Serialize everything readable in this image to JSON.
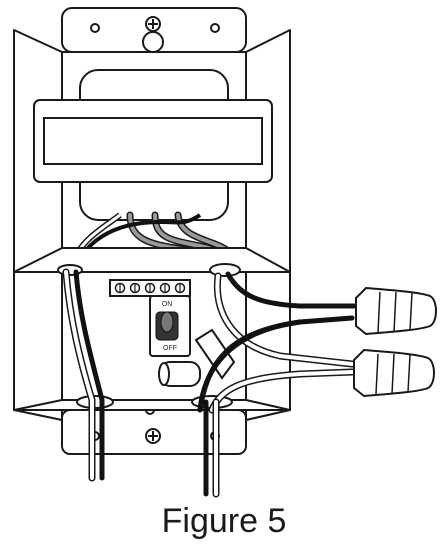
{
  "caption": "Figure 5",
  "toggle": {
    "on_label": "ON",
    "off_label": "OFF"
  },
  "colors": {
    "ink": "#1a1a1a",
    "wire_black": "#111111",
    "wire_gray": "#9a9a9a",
    "paper": "#ffffff"
  }
}
